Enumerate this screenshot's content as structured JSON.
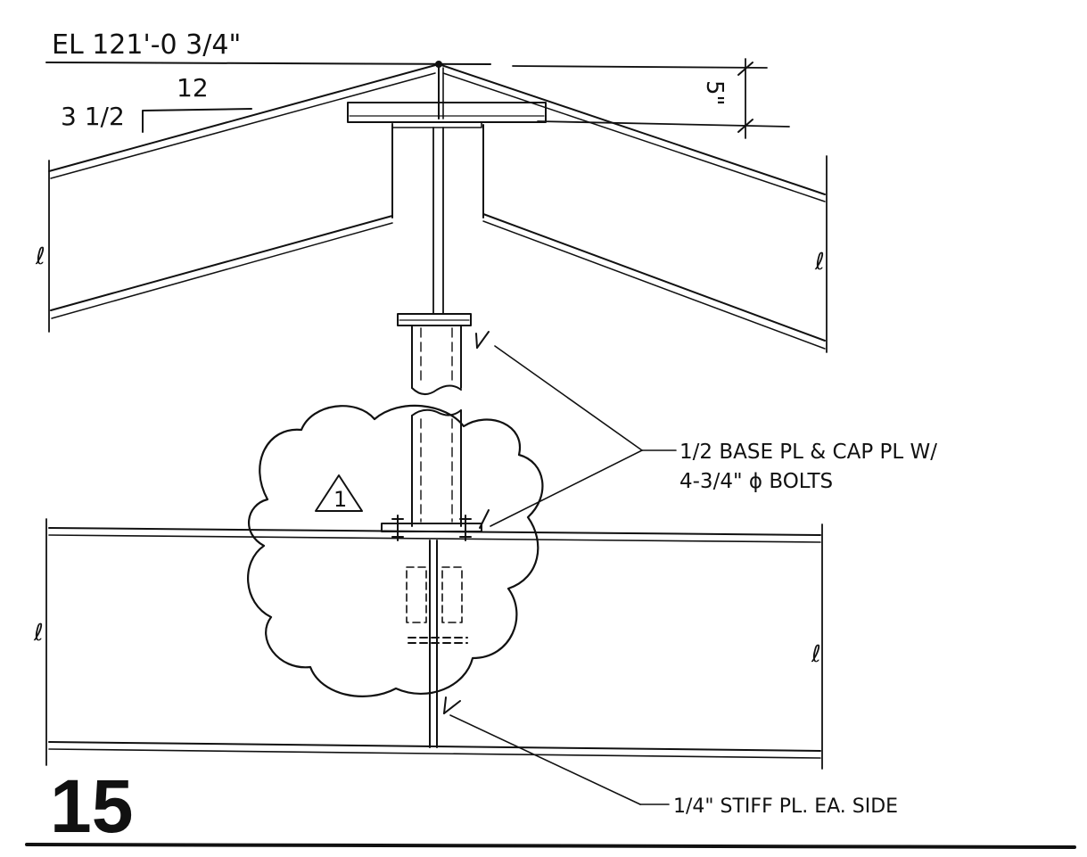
{
  "elevation": {
    "label": "EL 121'-0 3/4\""
  },
  "slope": {
    "rise": "3 1/2",
    "run": "12"
  },
  "dimension": {
    "depth": "5\""
  },
  "callouts": {
    "plates_line1": "1/2 BASE PL & CAP PL W/",
    "plates_line2": "4-3/4\" ϕ BOLTS",
    "stiffener": "1/4\" STIFF PL. EA. SIDE"
  },
  "revision": {
    "number": "1"
  },
  "detail": {
    "number": "15"
  },
  "colors": {
    "ink": "#111111",
    "paper": "#ffffff"
  }
}
